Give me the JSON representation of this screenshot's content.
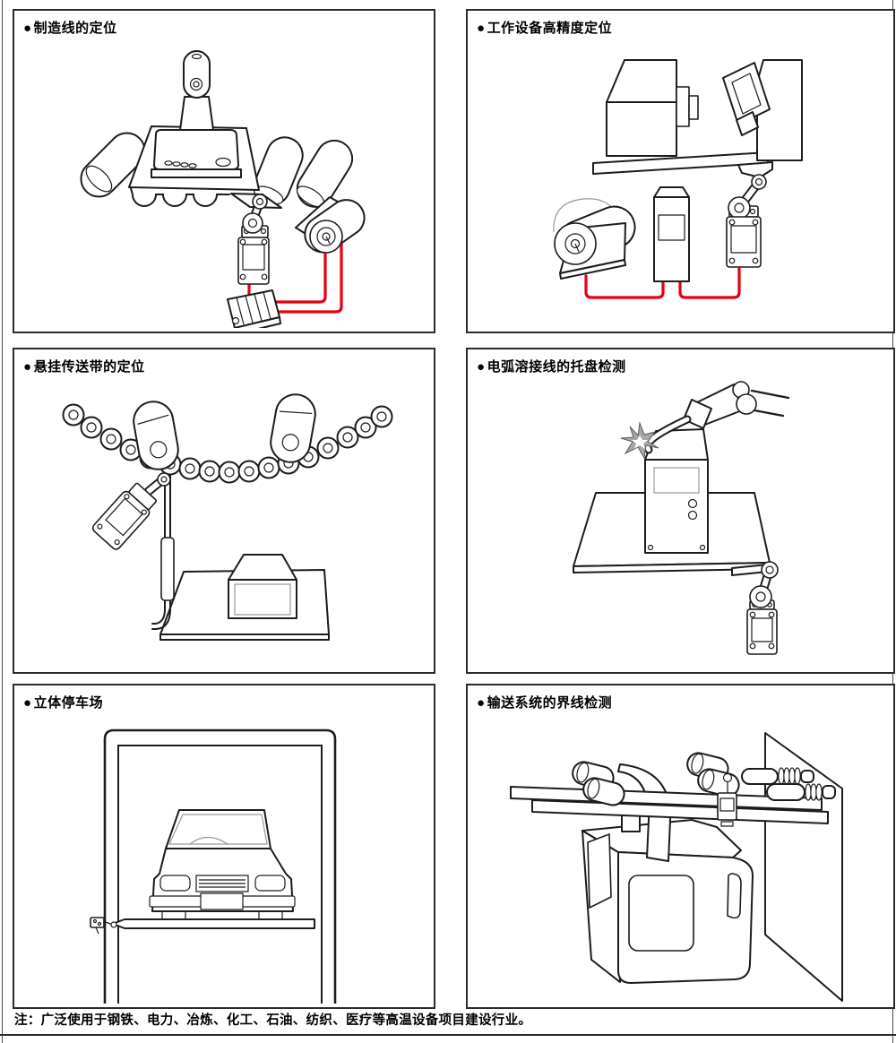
{
  "ui": {
    "bullet": "●"
  },
  "panels": [
    {
      "id": "manufacturing-line",
      "title": "制造线的定位",
      "illustration": "manufacturing-line-positioning-illustration"
    },
    {
      "id": "work-equipment",
      "title": "工作设备高精度定位",
      "illustration": "machine-tool-high-precision-positioning-illustration"
    },
    {
      "id": "suspended-conveyor",
      "title": "悬挂传送带的定位",
      "illustration": "suspended-conveyor-positioning-illustration"
    },
    {
      "id": "arc-welding",
      "title": "电弧溶接线的托盘检测",
      "illustration": "arc-welding-pallet-detection-illustration"
    },
    {
      "id": "parking-garage",
      "title": "立体停车场",
      "illustration": "multi-story-parking-garage-illustration"
    },
    {
      "id": "conveyor-boundary",
      "title": "输送系统的界线检测",
      "illustration": "conveyor-system-boundary-detection-illustration"
    }
  ],
  "note": "注：广泛使用于钢铁、电力、冶炼、化工、石油、纺织、医疗等高温设备项目建设行业。",
  "colors": {
    "line": "#1c1c1c",
    "cable_red": "#e60012",
    "panel_border": "#2b2b2b",
    "spark_gray": "#a8a8a8"
  }
}
